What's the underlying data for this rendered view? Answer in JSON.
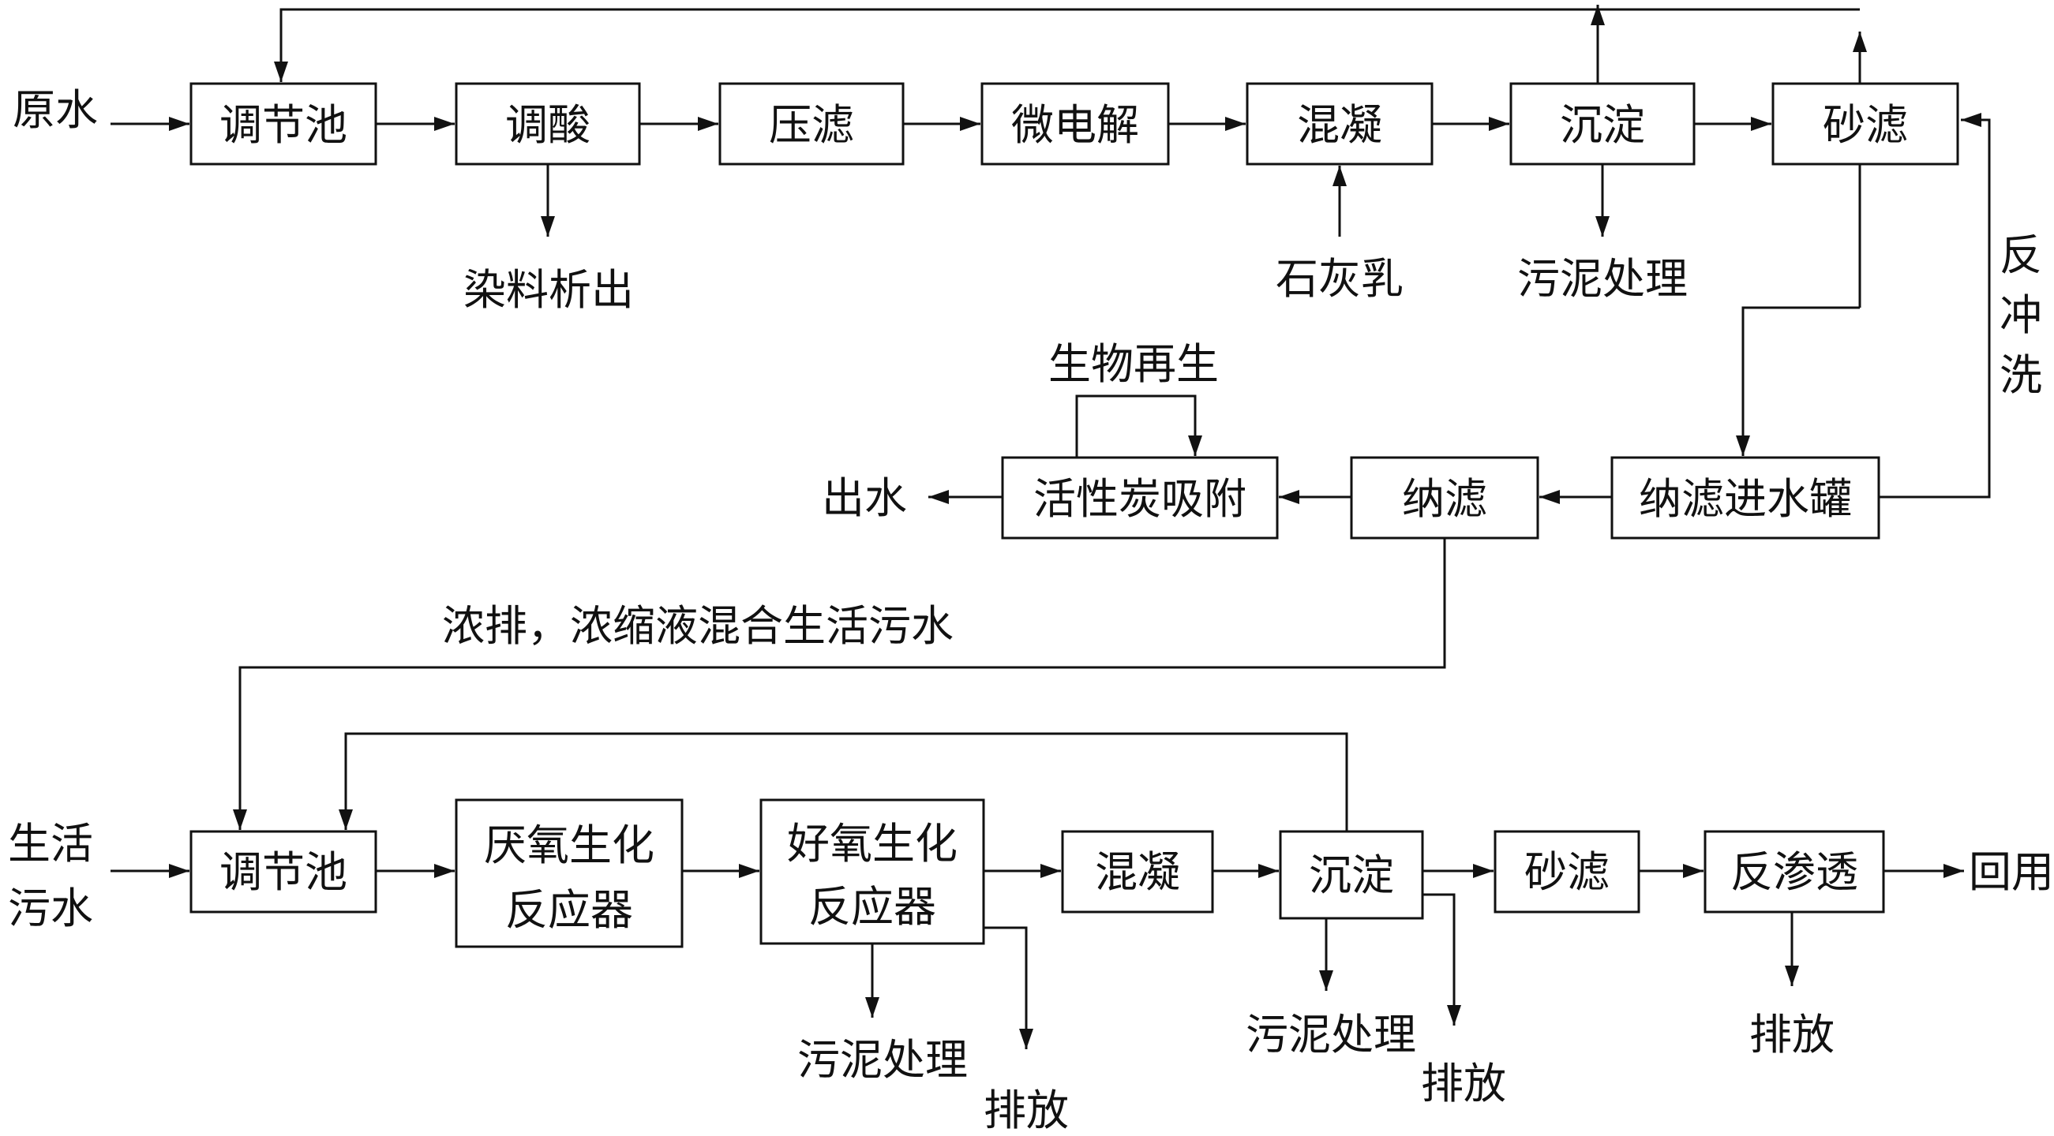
{
  "top_process": {
    "input": "原水",
    "steps": [
      "调节池",
      "调酸",
      "压滤",
      "微电解",
      "混凝",
      "沉淀",
      "砂滤"
    ],
    "dye_out": "染料析出",
    "lime_in": "石灰乳",
    "sludge": "污泥处理",
    "backwash": "反冲洗"
  },
  "middle_process": {
    "tank": "纳滤进水罐",
    "nf": "纳滤",
    "carbon": "活性炭吸附",
    "regen": "生物再生",
    "out": "出水",
    "concentrate_note": "浓排，浓缩液混合生活污水"
  },
  "bottom_process": {
    "input_line1": "生活",
    "input_line2": "污水",
    "steps": {
      "reg": "调节池",
      "anaerobic_l1": "厌氧生化",
      "anaerobic_l2": "反应器",
      "aerobic_l1": "好氧生化",
      "aerobic_l2": "反应器",
      "coag": "混凝",
      "sed": "沉淀",
      "sand": "砂滤",
      "ro": "反渗透"
    },
    "reuse": "回用",
    "sludge": "污泥处理",
    "discharge": "排放"
  }
}
